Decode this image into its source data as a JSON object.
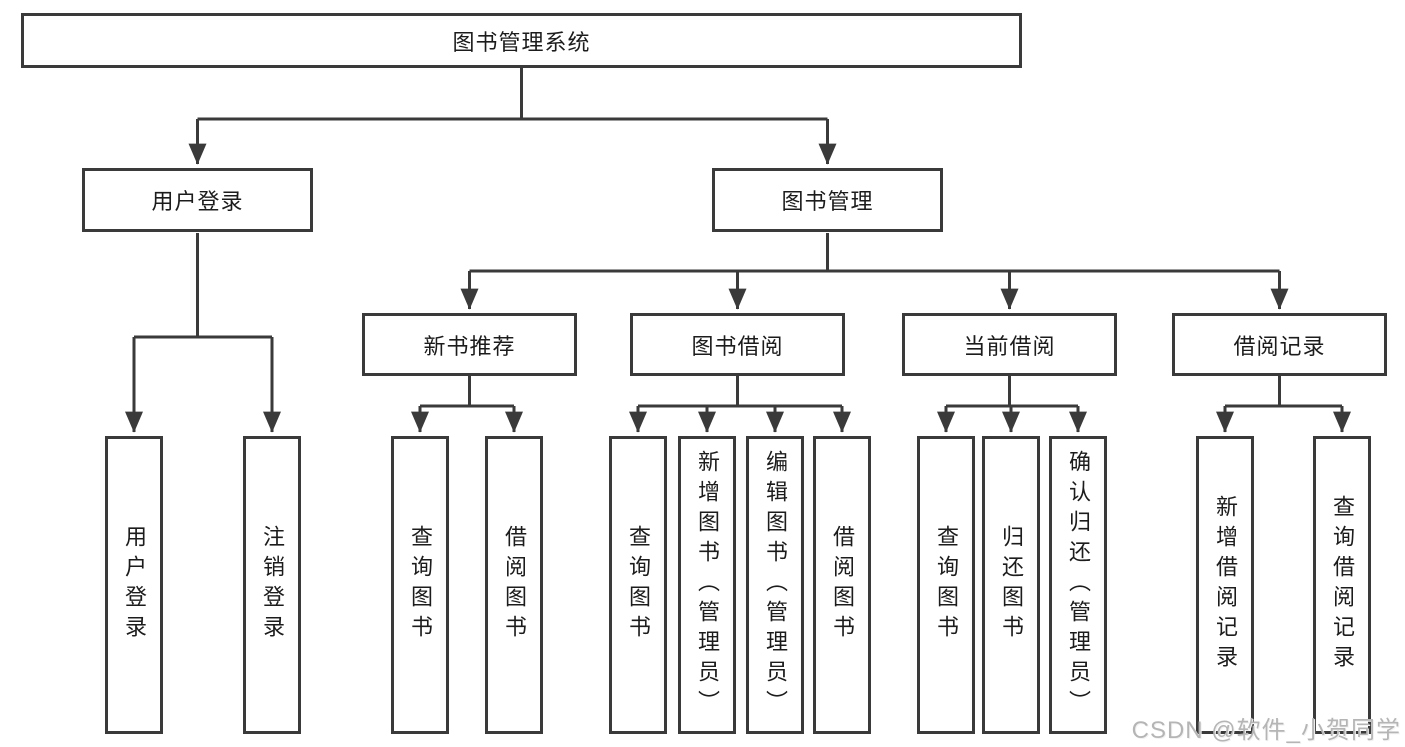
{
  "diagram": {
    "root": "图书管理系统",
    "level2": {
      "user_login": "用户登录",
      "book_management": "图书管理"
    },
    "level3": {
      "new_book_recommend": "新书推荐",
      "book_borrow": "图书借阅",
      "current_borrow": "当前借阅",
      "borrow_records": "借阅记录"
    },
    "leaves": {
      "user_login": "用户登录",
      "logout": "注销登录",
      "nb_query_books": "查询图书",
      "nb_borrow_books": "借阅图书",
      "bb_query_books": "查询图书",
      "bb_add_books": "新增图书（管理员）",
      "bb_edit_books": "编辑图书（管理员）",
      "bb_borrow_books": "借阅图书",
      "cb_query_books": "查询图书",
      "cb_return_books": "归还图书",
      "cb_confirm_return": "确认归还（管理员）",
      "br_add_record": "新增借阅记录",
      "br_query_record": "查询借阅记录"
    }
  },
  "watermark": {
    "text": "CSDN @软件_小贺同学"
  },
  "colors": {
    "line": "#3a3a3a",
    "text": "#1c1c1c",
    "background": "#ffffff",
    "watermark": "#b5b5b5"
  }
}
